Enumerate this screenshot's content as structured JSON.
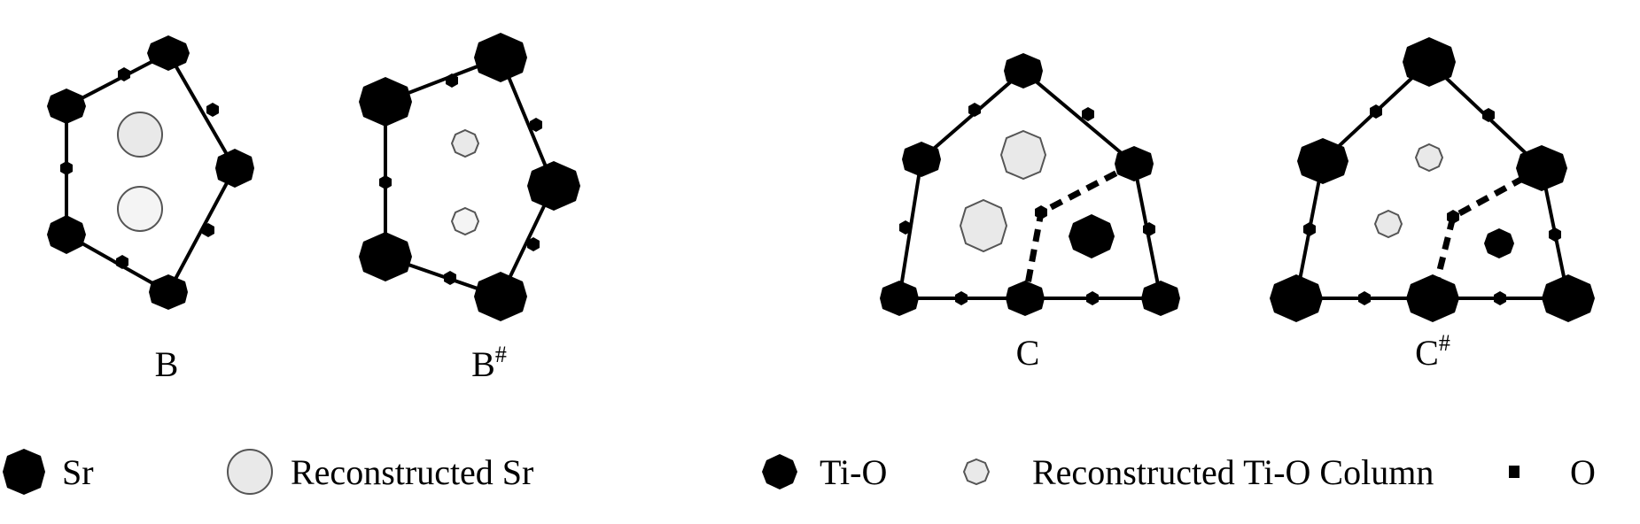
{
  "panels": [
    {
      "id": "B",
      "label": "B",
      "suffix": ""
    },
    {
      "id": "B#",
      "label": "B",
      "suffix": "#"
    },
    {
      "id": "C",
      "label": "C",
      "suffix": ""
    },
    {
      "id": "C#",
      "label": "C",
      "suffix": "#"
    }
  ],
  "legend": {
    "sr": "Sr",
    "reconstructed_sr": "Reconstructed Sr",
    "tio": "Ti-O",
    "reconstructed_tio": "Reconstructed Ti-O Column",
    "o": "O"
  },
  "colors": {
    "atom": "#000000",
    "reconstructed_fill": "#e9e9e9",
    "line": "#000000"
  }
}
